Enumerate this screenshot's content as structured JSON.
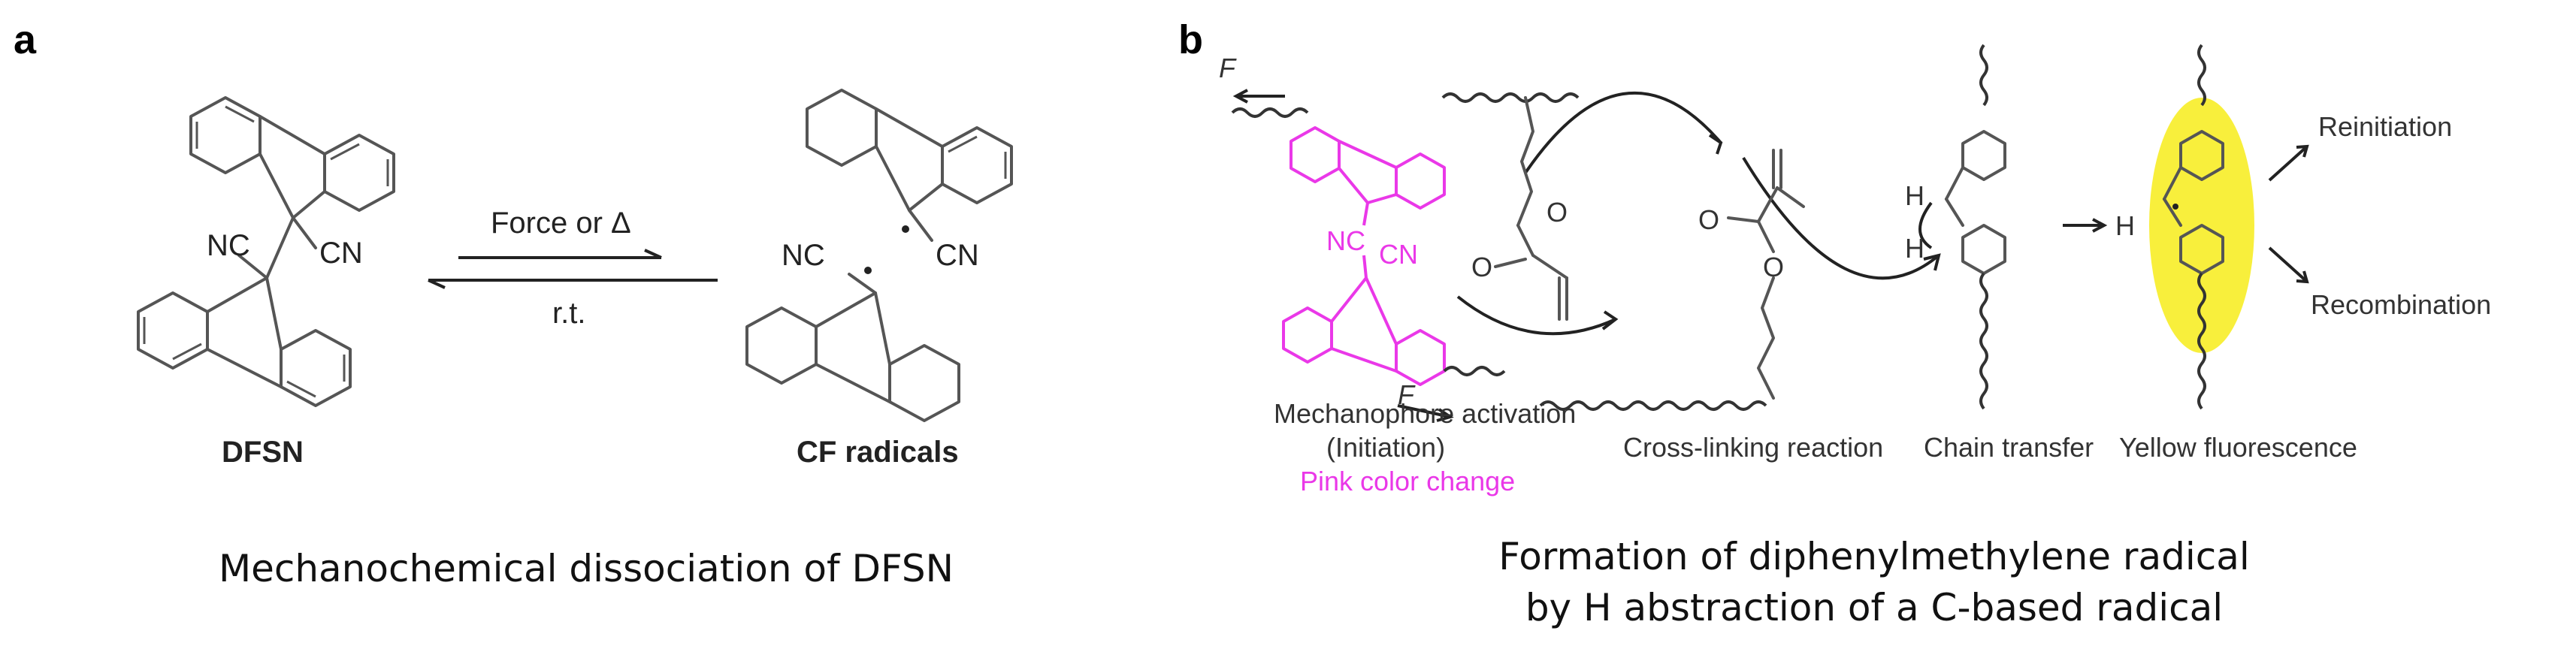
{
  "panel_a": {
    "letter": "a",
    "reactant_label": "DFSN",
    "product_label": "CF radicals",
    "equilibrium_top": "Force or Δ",
    "equilibrium_bottom": "r.t.",
    "nc_left": "NC",
    "cn_left": "CN",
    "nc_right": "NC",
    "cn_right": "CN",
    "caption": "Mechanochemical dissociation of DFSN",
    "colors": {
      "ring_fill": "#f59be9",
      "bond": "#555555"
    }
  },
  "panel_b": {
    "letter": "b",
    "force_top": "F",
    "force_bottom": "F",
    "nc": "NC",
    "cn": "CN",
    "ester_o1": "O",
    "ester_o2": "O",
    "ester_o3": "O",
    "ester_o4": "O",
    "h_top": "H",
    "h_bottom": "H",
    "h_radical": "H",
    "step1_line1": "Mechanophore activation",
    "step1_line2": "(Initiation)",
    "step1_line3": "Pink color change",
    "step2": "Cross-linking reaction",
    "step3": "Chain transfer",
    "step4": "Yellow fluorescence",
    "outcome1": "Reinitiation",
    "outcome2": "Recombination",
    "caption_line1": "Formation of diphenylmethylene radical",
    "caption_line2": "by H abstraction of a C-based radical",
    "colors": {
      "pink": "#ea38e8",
      "yellow": "#f7ec1a"
    }
  }
}
